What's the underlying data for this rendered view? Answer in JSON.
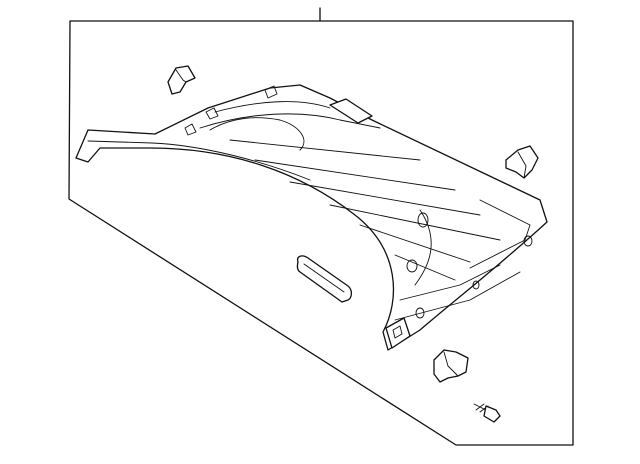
{
  "diagram": {
    "type": "exploded-parts-diagram",
    "colors": {
      "line": "#111111",
      "background": "#ffffff"
    },
    "parts": [
      {
        "name": "package-tray-trim-panel"
      },
      {
        "name": "left-retainer-clip"
      },
      {
        "name": "right-retainer-clip"
      },
      {
        "name": "bottom-retainer-clip"
      },
      {
        "name": "side-cover-panel"
      },
      {
        "name": "mounting-screw"
      }
    ]
  }
}
